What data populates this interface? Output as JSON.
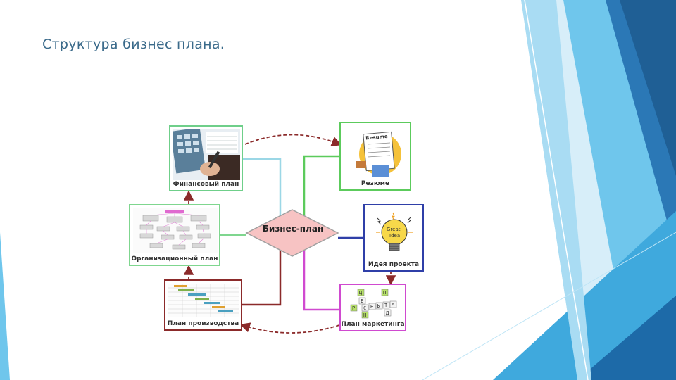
{
  "slide": {
    "title": "Структура бизнес плана."
  },
  "diagram": {
    "center": "Бизнес-план",
    "nodes": {
      "finance": "Финансовый план",
      "resume": "Резюме",
      "org": "Организационный план",
      "idea": "Идея проекта",
      "production": "План производства",
      "marketing": "План маркетинга"
    },
    "colors": {
      "finance": "#6fcf8a",
      "resume": "#5ccb5c",
      "org": "#7fd68f",
      "idea": "#2f3fa8",
      "production": "#8b2a2a",
      "marketing": "#d04ad0",
      "center": "#f7c3c3",
      "arrows": "#8b2a2a"
    }
  }
}
